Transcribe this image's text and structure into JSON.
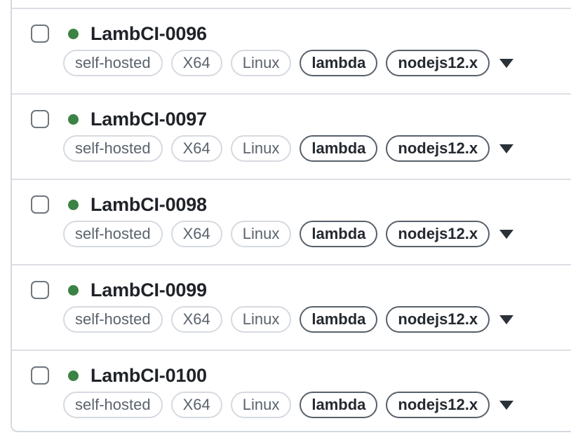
{
  "list": {
    "rows": [
      {
        "name": "LambCI-0096",
        "status": "online",
        "labels": [
          "self-hosted",
          "X64",
          "Linux",
          "lambda",
          "nodejs12.x"
        ]
      },
      {
        "name": "LambCI-0097",
        "status": "online",
        "labels": [
          "self-hosted",
          "X64",
          "Linux",
          "lambda",
          "nodejs12.x"
        ]
      },
      {
        "name": "LambCI-0098",
        "status": "online",
        "labels": [
          "self-hosted",
          "X64",
          "Linux",
          "lambda",
          "nodejs12.x"
        ]
      },
      {
        "name": "LambCI-0099",
        "status": "online",
        "labels": [
          "self-hosted",
          "X64",
          "Linux",
          "lambda",
          "nodejs12.x"
        ]
      },
      {
        "name": "LambCI-0100",
        "status": "online",
        "labels": [
          "self-hosted",
          "X64",
          "Linux",
          "lambda",
          "nodejs12.x"
        ]
      }
    ]
  },
  "icons": {
    "status_online": "filled-circle",
    "labels_dropdown": "caret-down"
  },
  "colors": {
    "status_online_green": "#3b8344",
    "runner_name_text": "#1f2328",
    "default_label_border": "#d6dae0",
    "default_label_text": "#5b636d",
    "custom_label_border": "#57606a",
    "custom_label_text": "#24292f",
    "separator": "#dcdfe4",
    "box_border": "#d4d8de",
    "checkbox_border": "#70767d"
  }
}
